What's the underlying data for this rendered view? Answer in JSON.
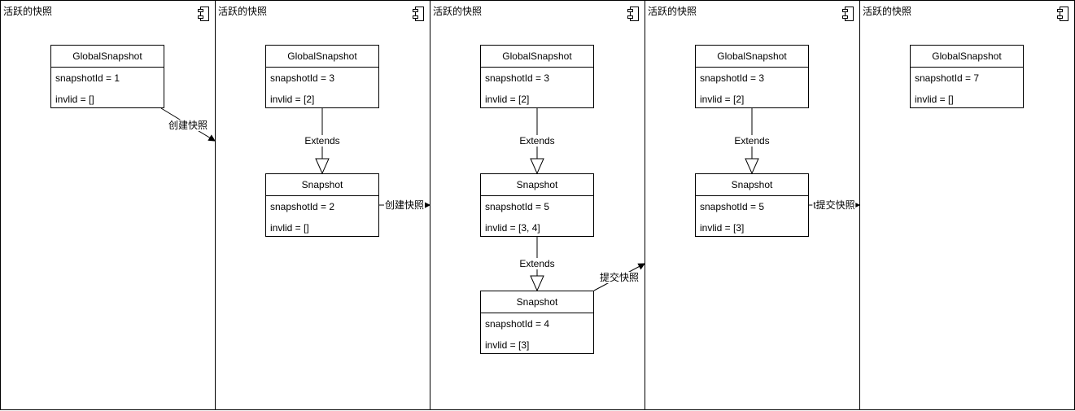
{
  "diagram": {
    "panels": [
      {
        "title": "活跃的快照",
        "classes": [
          {
            "name": "GlobalSnapshot",
            "attrs": [
              "snapshotId = 1",
              "invlid = []"
            ]
          }
        ]
      },
      {
        "title": "活跃的快照",
        "classes": [
          {
            "name": "GlobalSnapshot",
            "attrs": [
              "snapshotId = 3",
              "invlid = [2]"
            ]
          },
          {
            "name": "Snapshot",
            "attrs": [
              "snapshotId = 2",
              "invlid = []"
            ]
          }
        ]
      },
      {
        "title": "活跃的快照",
        "classes": [
          {
            "name": "GlobalSnapshot",
            "attrs": [
              "snapshotId = 3",
              "invlid = [2]"
            ]
          },
          {
            "name": "Snapshot",
            "attrs": [
              "snapshotId = 5",
              "invlid = [3, 4]"
            ]
          },
          {
            "name": "Snapshot",
            "attrs": [
              "snapshotId = 4",
              "invlid = [3]"
            ]
          }
        ]
      },
      {
        "title": "活跃的快照",
        "classes": [
          {
            "name": "GlobalSnapshot",
            "attrs": [
              "snapshotId = 3",
              "invlid = [2]"
            ]
          },
          {
            "name": "Snapshot",
            "attrs": [
              "snapshotId = 5",
              "invlid = [3]"
            ]
          }
        ]
      },
      {
        "title": "活跃的快照",
        "classes": [
          {
            "name": "GlobalSnapshot",
            "attrs": [
              "snapshotId = 7",
              "invlid = []"
            ]
          }
        ]
      }
    ],
    "edges": [
      {
        "label": "Extends"
      },
      {
        "label": "Extends"
      },
      {
        "label": "Extends"
      },
      {
        "label": "Extends"
      },
      {
        "label": "创建快照"
      },
      {
        "label": "创建快照"
      },
      {
        "label": "提交快照"
      },
      {
        "label": "t提交快照"
      }
    ]
  }
}
